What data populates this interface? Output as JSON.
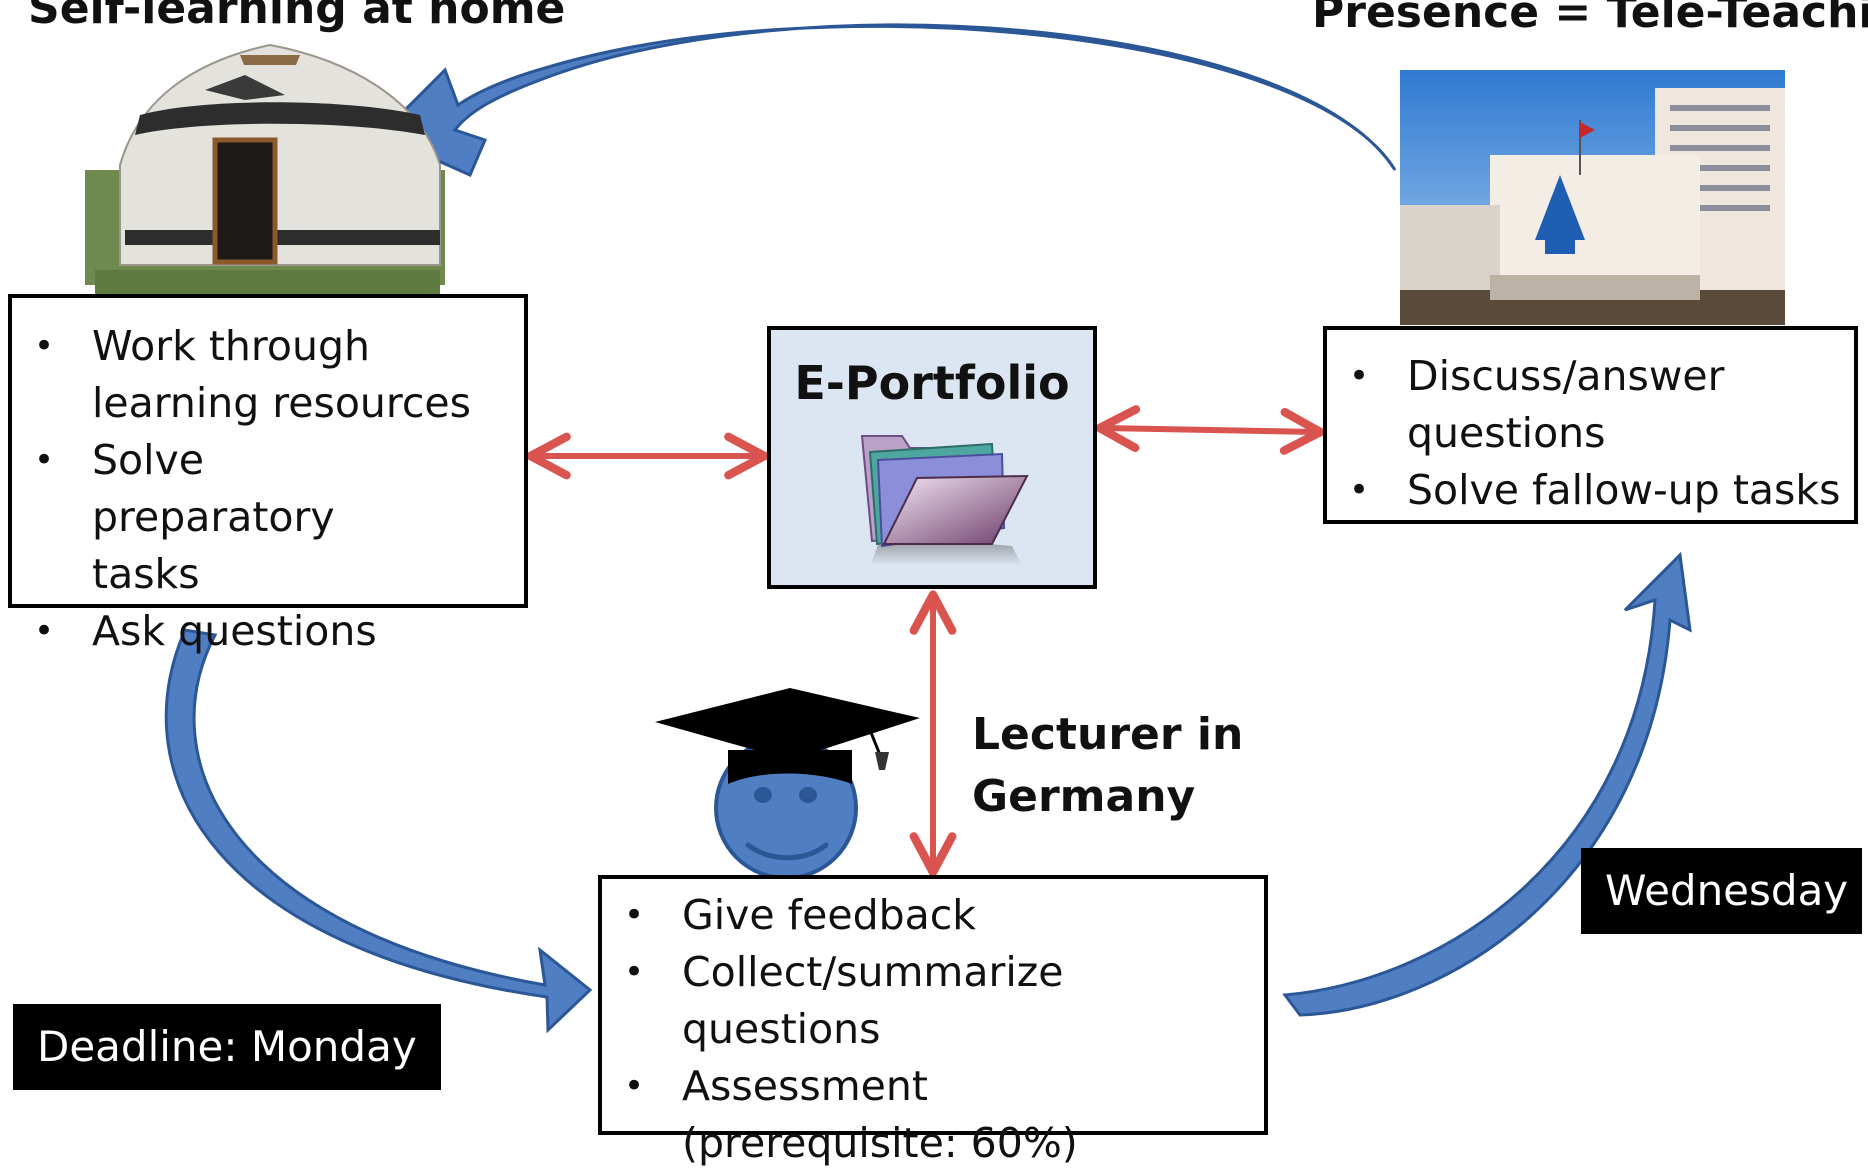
{
  "headings": {
    "home": "Self-learning at home",
    "presence": "Presence = Tele-Teaching"
  },
  "home_box": {
    "items": [
      {
        "label": "Work through learning resources"
      },
      {
        "label": "Solve preparatory tasks"
      },
      {
        "label": "Ask questions"
      }
    ]
  },
  "presence_box": {
    "items": [
      {
        "label": "Discuss/answer questions"
      },
      {
        "label": "Solve fallow-up tasks"
      }
    ]
  },
  "lecturer_box": {
    "items": [
      {
        "label": "Give feedback"
      },
      {
        "label": "Collect/summarize questions"
      },
      {
        "label": "Assessment (prerequisite: 60%)"
      }
    ]
  },
  "eportfolio": {
    "title": "E-Portfolio",
    "icon": "folder-icon"
  },
  "lecturer_label": {
    "line1": "Lecturer in",
    "line2": "Germany"
  },
  "tags": {
    "deadline": "Deadline: Monday",
    "wednesday": "Wednesday"
  },
  "colors": {
    "cycle_arrow": "#4f7fc2",
    "cycle_arrow_edge": "#2b5797",
    "link_arrow": "#d9534f",
    "eportfolio_bg": "#dce6f2"
  }
}
